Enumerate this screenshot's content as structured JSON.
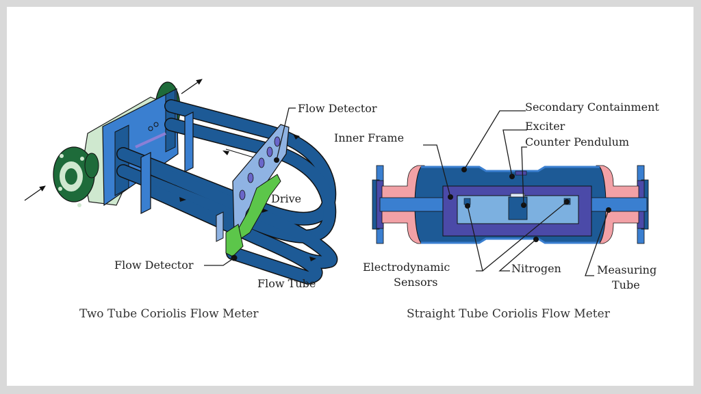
{
  "figure": {
    "left_diagram": {
      "caption": "Two Tube Coriolis Flow Meter",
      "labels": {
        "flow_detector_top": "Flow Detector",
        "drive": "Drive",
        "flow_detector_bottom": "Flow Detector",
        "flow_tube": "Flow Tube"
      }
    },
    "right_diagram": {
      "caption": "Straight Tube Coriolis Flow Meter",
      "labels": {
        "secondary_containment": "Secondary Containment",
        "exciter": "Exciter",
        "counter_pendulum": "Counter Pendulum",
        "inner_frame": "Inner Frame",
        "electrodynamic_line1": "Electrodynamic",
        "electrodynamic_line2": "Sensors",
        "nitrogen": "Nitrogen",
        "measuring_line1": "Measuring",
        "measuring_line2": "Tube"
      }
    }
  },
  "colors": {
    "tube_dark": "#1d5a96",
    "panel_blue": "#3a7fd0",
    "bracket_light": "#8fb3e3",
    "flange_green": "#1e6b3a",
    "flange_light": "#cfe8cf",
    "drive_green": "#5cc64a",
    "pink": "#f2a1a6",
    "violet": "#4b4aa8",
    "light_blue": "#7cb0e0"
  }
}
